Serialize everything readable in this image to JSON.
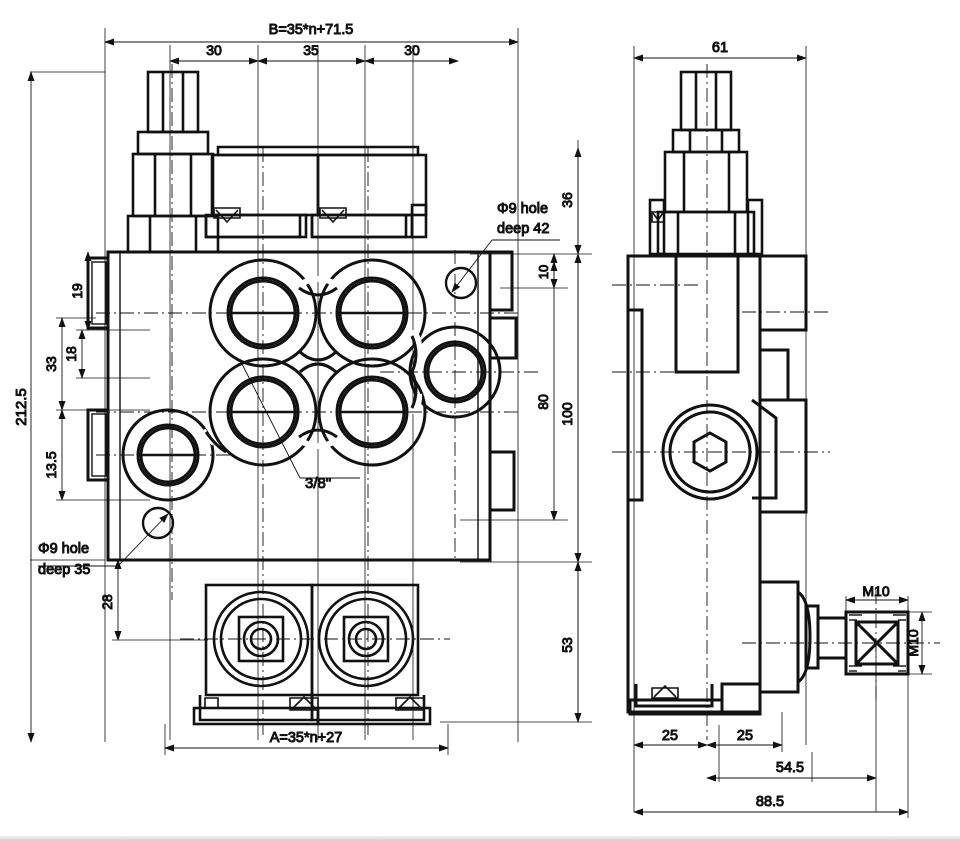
{
  "drawing": {
    "title": "Hydraulic Directional Control Valve - Dimensioned Drawing",
    "type": "engineering-technical-drawing",
    "views": [
      "front-view",
      "side-view"
    ],
    "line_color": "#111111",
    "background_color": "#ffffff"
  },
  "front_view": {
    "top_overall_dimension": "B=35*n+71.5",
    "top_chain_dimensions": [
      "30",
      "35",
      "30"
    ],
    "bottom_overall_dimension": "A=35*n+27",
    "left_overall_dimension": "212.5",
    "left_dimensions": [
      "19",
      "18",
      "33",
      "13.5",
      "28"
    ],
    "right_dimensions": [
      "36",
      "10",
      "80",
      "100",
      "53"
    ],
    "note_port_thread": "3/8\"",
    "note_hole_upper": "Φ9 hole\ndeep 42",
    "note_hole_upper_line1": "Φ9 hole",
    "note_hole_upper_line2": "deep 42",
    "note_hole_lower_line1": "Φ9 hole",
    "note_hole_lower_line2": "deep 35"
  },
  "side_view": {
    "top_dimension": "61",
    "bottom_dimensions": [
      "25",
      "25"
    ],
    "mid_dimension": "54.5",
    "overall_dimension": "88.5",
    "thread_label_horizontal": "M10",
    "thread_label_vertical": "M10"
  }
}
